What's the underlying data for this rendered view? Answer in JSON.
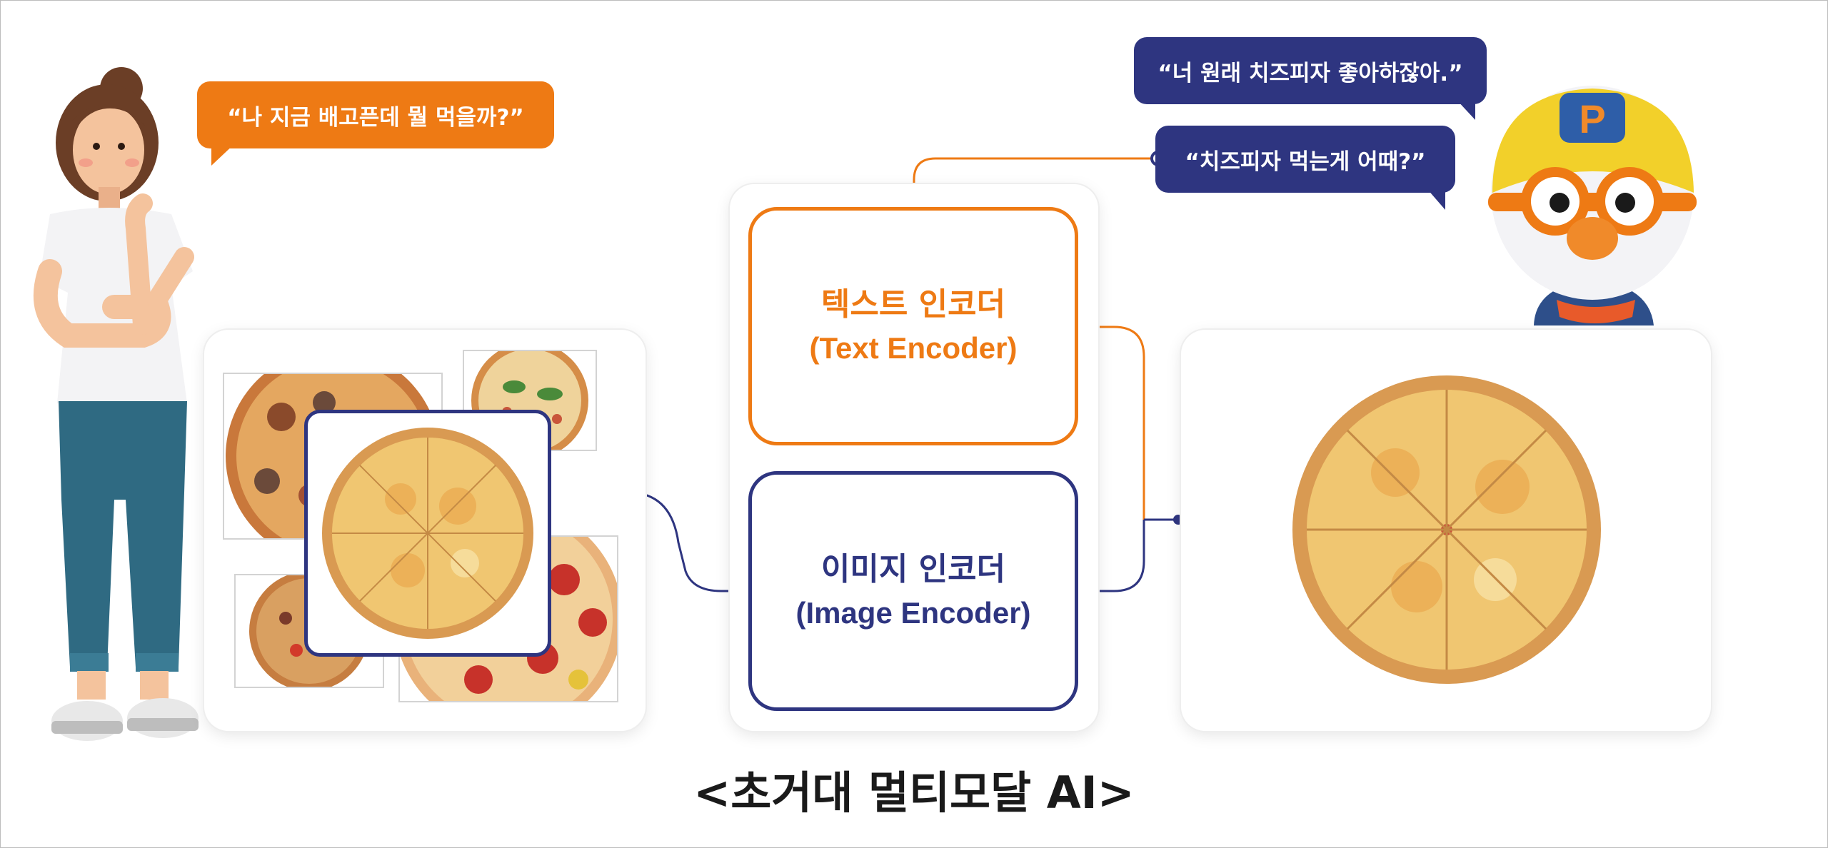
{
  "bubbles": {
    "person": "“나 지금 배고픈데 뭘 먹을까?”",
    "pororo_top": "“너 원래 치즈피자 좋아하잖아.”",
    "pororo_bottom": "“치즈피자 먹는게 어때?”"
  },
  "encoders": {
    "text": {
      "title": "텍스트 인코더",
      "subtitle": "(Text Encoder)"
    },
    "image": {
      "title": "이미지 인코더",
      "subtitle": "(Image Encoder)"
    }
  },
  "caption": "<초거대 멀티모달 AI>",
  "colors": {
    "orange": "#ee7a14",
    "navy": "#2e3580"
  },
  "icons": {
    "person": "thinking-woman-illustration",
    "character": "penguin-character-with-helmet",
    "pizza": "cheese-pizza-photo"
  }
}
